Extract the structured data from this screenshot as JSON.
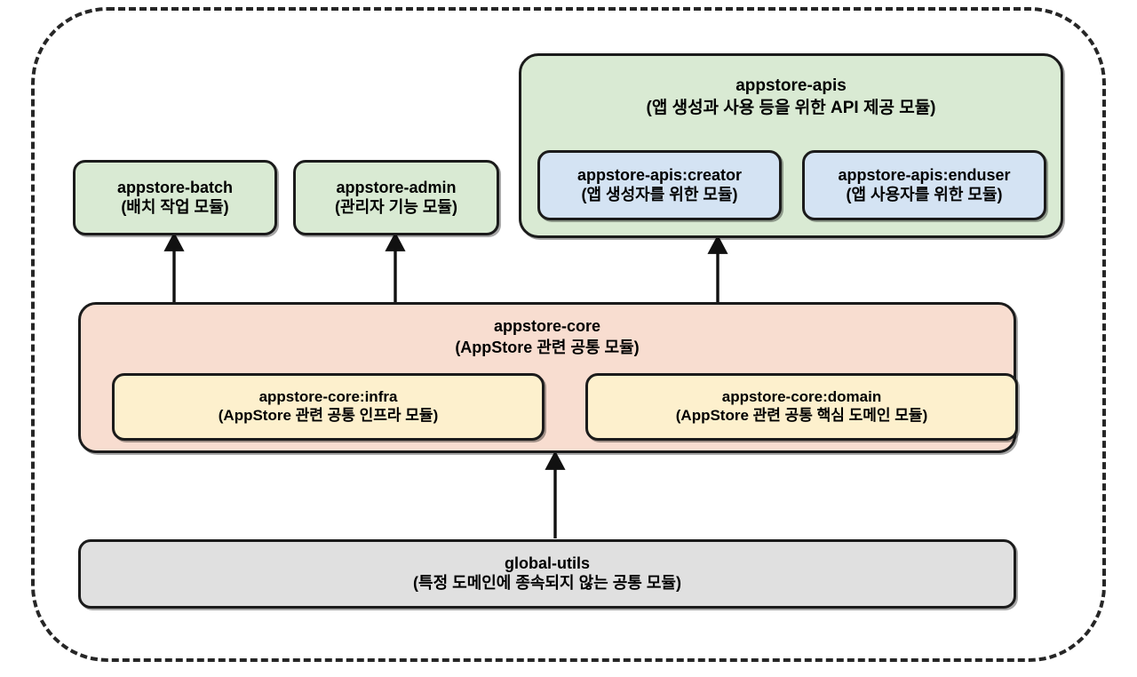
{
  "diagram": {
    "boundary_label": "",
    "modules": {
      "apis": {
        "title": "appstore-apis",
        "subtitle": "(앱 생성과 사용 등을 위한 API 제공 모듈)",
        "color": "#d9ead3"
      },
      "apis_creator": {
        "title": "appstore-apis:creator",
        "subtitle": "(앱 생성자를 위한 모듈)",
        "color": "#d4e3f3"
      },
      "apis_enduser": {
        "title": "appstore-apis:enduser",
        "subtitle": "(앱 사용자를 위한 모듈)",
        "color": "#d4e3f3"
      },
      "batch": {
        "title": "appstore-batch",
        "subtitle": "(배치 작업 모듈)",
        "color": "#d9ead3"
      },
      "admin": {
        "title": "appstore-admin",
        "subtitle": "(관리자 기능 모듈)",
        "color": "#d9ead3"
      },
      "core": {
        "title": "appstore-core",
        "subtitle": "(AppStore 관련 공통 모듈)",
        "color": "#f8ddd0"
      },
      "core_infra": {
        "title": "appstore-core:infra",
        "subtitle": "(AppStore 관련 공통 인프라 모듈)",
        "color": "#fdf0cd"
      },
      "core_domain": {
        "title": "appstore-core:domain",
        "subtitle": "(AppStore 관련 공통 핵심 도메인 모듈)",
        "color": "#fdf0cd"
      },
      "global_utils": {
        "title": "global-utils",
        "subtitle": "(특정 도메인에 종속되지 않는 공통 모듈)",
        "color": "#e0e0e0"
      }
    },
    "dependencies": [
      {
        "from": "appstore-core",
        "to": "appstore-batch"
      },
      {
        "from": "appstore-core",
        "to": "appstore-admin"
      },
      {
        "from": "appstore-core",
        "to": "appstore-apis"
      },
      {
        "from": "global-utils",
        "to": "appstore-core"
      }
    ]
  }
}
